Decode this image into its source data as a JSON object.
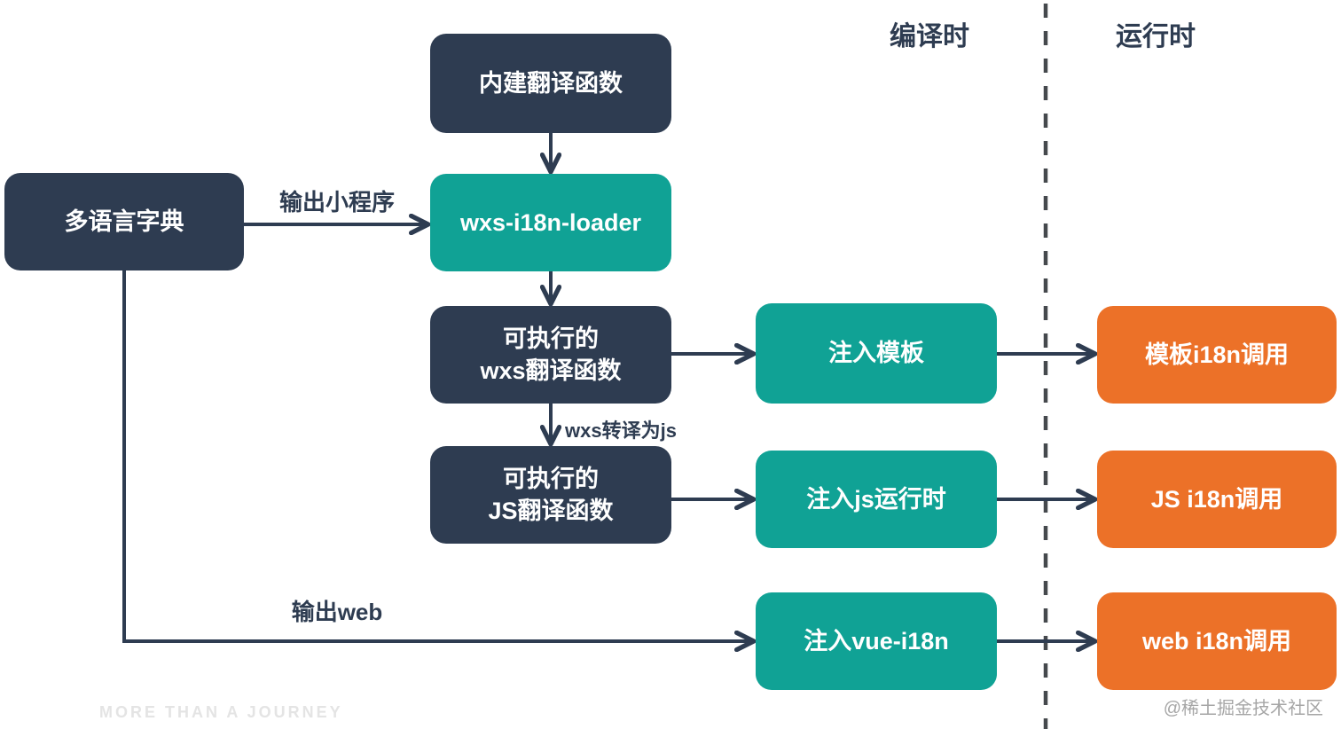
{
  "colors": {
    "navy": "#2e3c51",
    "teal": "#10a295",
    "orange": "#ec7128",
    "arrow": "#2e3c51",
    "divider": "#45494d",
    "watermark_light": "#e4e4e4",
    "watermark_gray": "#a6a6a6"
  },
  "headers": {
    "compile_time": "编译时",
    "runtime": "运行时"
  },
  "nodes": {
    "dict": {
      "label": "多语言字典"
    },
    "builtin_fn": {
      "label": "内建翻译函数"
    },
    "loader": {
      "label": "wxs-i18n-loader"
    },
    "wxs_fn": {
      "line1": "可执行的",
      "line2": "wxs翻译函数"
    },
    "js_fn": {
      "line1": "可执行的",
      "line2": "JS翻译函数"
    },
    "inject_template": {
      "label": "注入模板"
    },
    "inject_js_runtime": {
      "label": "注入js运行时"
    },
    "inject_vue_i18n": {
      "label": "注入vue-i18n"
    },
    "template_i18n_call": {
      "label": "模板i18n调用"
    },
    "js_i18n_call": {
      "label": "JS i18n调用"
    },
    "web_i18n_call": {
      "label": "web i18n调用"
    }
  },
  "edge_labels": {
    "output_miniprogram": "输出小程序",
    "wxs_to_js": "wxs转译为js",
    "output_web": "输出web"
  },
  "watermarks": {
    "bottom_left": "MORE THAN A JOURNEY",
    "bottom_right": "@稀土掘金技术社区"
  }
}
